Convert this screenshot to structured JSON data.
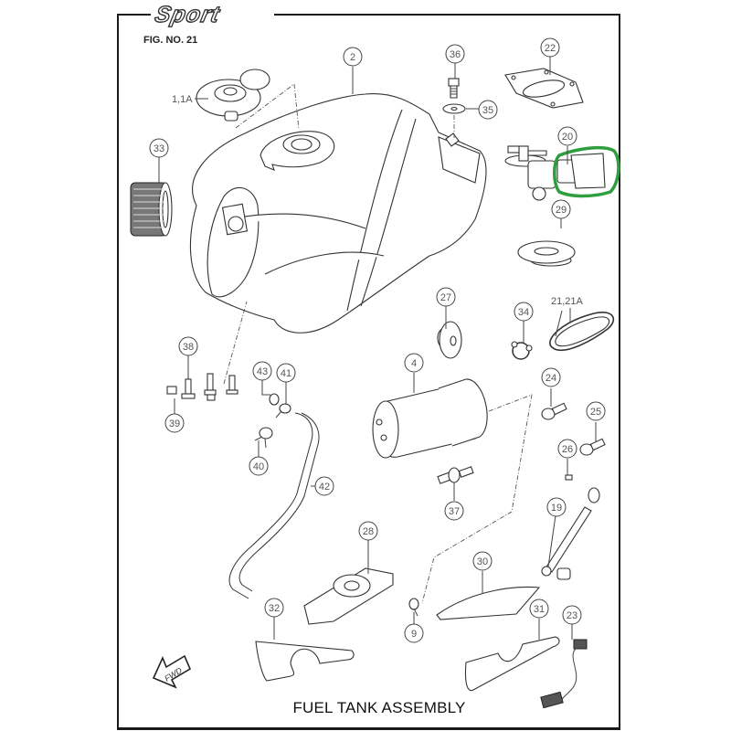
{
  "header": {
    "brand": "Sport",
    "figure_number": "FIG. NO. 21"
  },
  "caption": "FUEL TANK ASSEMBLY",
  "direction_marker": {
    "label": "FWD",
    "icon": "forward-arrow-icon"
  },
  "highlight": {
    "target_callout": "20",
    "color": "#2e9e3e"
  },
  "callouts": [
    {
      "id": "2",
      "part": "fuel-tank"
    },
    {
      "id": "1,1A",
      "part": "fuel-cap",
      "style": "plain"
    },
    {
      "id": "36",
      "part": "bolt"
    },
    {
      "id": "35",
      "part": "washer"
    },
    {
      "id": "22",
      "part": "gasket-plate"
    },
    {
      "id": "20",
      "part": "fuel-pump-unit"
    },
    {
      "id": "33",
      "part": "knurled-grommet"
    },
    {
      "id": "29",
      "part": "lock-ring"
    },
    {
      "id": "27",
      "part": "rubber-mount"
    },
    {
      "id": "34",
      "part": "hose-clamp"
    },
    {
      "id": "21,21A",
      "part": "o-ring",
      "style": "plain"
    },
    {
      "id": "38",
      "part": "mounting-bolt"
    },
    {
      "id": "39",
      "part": "clip"
    },
    {
      "id": "43",
      "part": "nut"
    },
    {
      "id": "41",
      "part": "hose-clip"
    },
    {
      "id": "40",
      "part": "hose-clamp-small"
    },
    {
      "id": "42",
      "part": "drain-hose"
    },
    {
      "id": "4",
      "part": "fuel-filter-canister"
    },
    {
      "id": "37",
      "part": "check-valve"
    },
    {
      "id": "24",
      "part": "screw"
    },
    {
      "id": "25",
      "part": "screw"
    },
    {
      "id": "26",
      "part": "nut-small"
    },
    {
      "id": "19",
      "part": "fuel-hose"
    },
    {
      "id": "28",
      "part": "damper-pad"
    },
    {
      "id": "30",
      "part": "heat-shield"
    },
    {
      "id": "9",
      "part": "clip-small"
    },
    {
      "id": "31",
      "part": "insulator-plate"
    },
    {
      "id": "32",
      "part": "insulator-plate-front"
    },
    {
      "id": "23",
      "part": "fuel-level-sensor-harness"
    }
  ]
}
